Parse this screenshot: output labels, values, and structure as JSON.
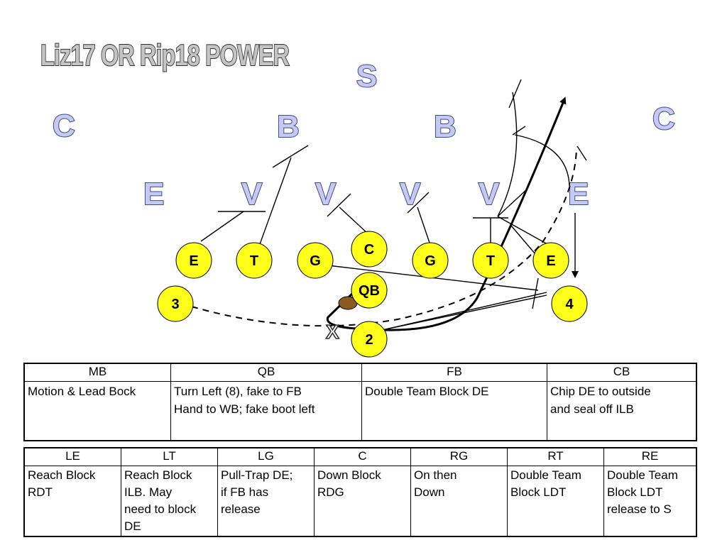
{
  "title": "Liz17 OR Rip18 POWER",
  "defense": {
    "S": "S",
    "C_left": "C",
    "C_right": "C",
    "B_left": "B",
    "B_right": "B",
    "E_left": "E",
    "E_right": "E",
    "V1": "V",
    "V2": "V",
    "V3": "V",
    "V4": "V"
  },
  "offense": {
    "LE": "E",
    "LT": "T",
    "LG": "G",
    "C": "C",
    "RG": "G",
    "RT": "T",
    "RE": "E",
    "QB": "QB",
    "wb_left": "3",
    "wb_right": "4",
    "back": "2",
    "x_mark": "X"
  },
  "colors": {
    "player_fill": "#ffff1a",
    "defense_fill": "#c7c9ee",
    "defense_stroke": "#3c4a98",
    "football": "#8b5a1e"
  },
  "table1": {
    "headers": [
      "MB",
      "QB",
      "FB",
      "CB"
    ],
    "cells": [
      "Motion & Lead Bock",
      "Turn Left (8), fake to FB\nHand to WB; fake boot left",
      "Double Team Block DE",
      "Chip DE to outside\nand seal off ILB"
    ]
  },
  "table2": {
    "headers": [
      "LE",
      "LT",
      "LG",
      "C",
      "RG",
      "RT",
      "RE"
    ],
    "cells": [
      "Reach Block\nRDT",
      "Reach Block\nILB. May\nneed to block\nDE",
      "Pull-Trap DE;\nif FB has\nrelease",
      "Down Block\nRDG",
      "On then\nDown",
      "Double Team\nBlock LDT",
      "Double Team\nBlock LDT\nrelease to S"
    ]
  }
}
